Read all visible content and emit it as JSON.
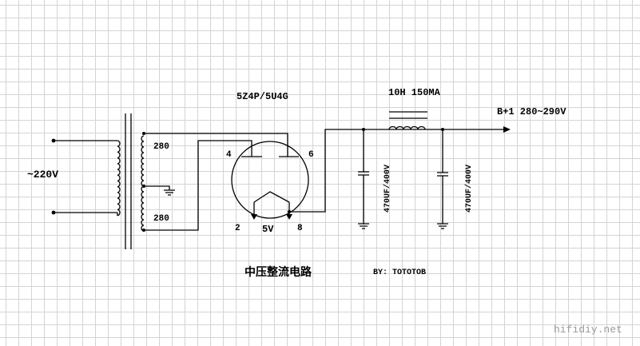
{
  "title": "中压整流电路",
  "author": "BY:  TOTOTOB",
  "watermark": "hifidiy.net",
  "mains": {
    "voltage": "~220V"
  },
  "transformer": {
    "winding_upper": "280",
    "winding_lower": "280"
  },
  "tube": {
    "type": "5Z4P/5U4G",
    "pin_4": "4",
    "pin_6": "6",
    "pin_2": "2",
    "pin_8": "8",
    "filament": "5V"
  },
  "choke": {
    "spec": "10H 150MA"
  },
  "capacitors": [
    {
      "label": "470UF/400V"
    },
    {
      "label": "470UF/400V"
    }
  ],
  "output": {
    "label": "B+1 280~290V"
  }
}
